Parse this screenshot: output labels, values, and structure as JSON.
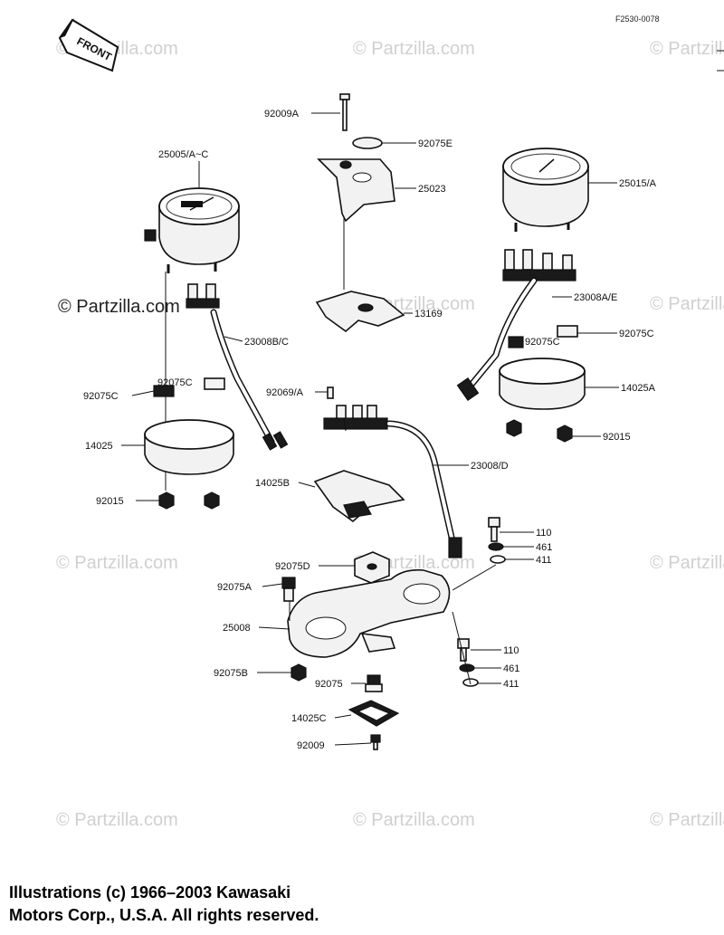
{
  "drawing_code": "F2530-0078",
  "front_badge": "FRONT",
  "watermark": "© Partzilla.com",
  "callouts": {
    "c25005": "25005/A~C",
    "c92009A": "92009A",
    "c92075E": "92075E",
    "c25023": "25023",
    "c25015": "25015/A",
    "c13169": "13169",
    "c23008AE": "23008A/E",
    "c23008BC": "23008B/C",
    "c92075C_rt": "92075C",
    "c92075C_rt2": "92075C",
    "c14025A": "14025A",
    "c92015_rt": "92015",
    "c92075C_l1": "92075C",
    "c92075C_l2": "92075C",
    "c92069A": "92069/A",
    "c14025": "14025",
    "c23008D": "23008/D",
    "c14025B": "14025B",
    "c92015_l": "92015",
    "c110a": "110",
    "c461a": "461",
    "c411a": "411",
    "c92075D": "92075D",
    "c92075A": "92075A",
    "c25008": "25008",
    "c110b": "110",
    "c461b": "461",
    "c411b": "411",
    "c92075B": "92075B",
    "c92075": "92075",
    "c14025C": "14025C",
    "c92009": "92009"
  },
  "copyright_line1": "Illustrations (c) 1966–2003 Kawasaki",
  "copyright_line2": "Motors Corp., U.S.A.  All rights reserved."
}
